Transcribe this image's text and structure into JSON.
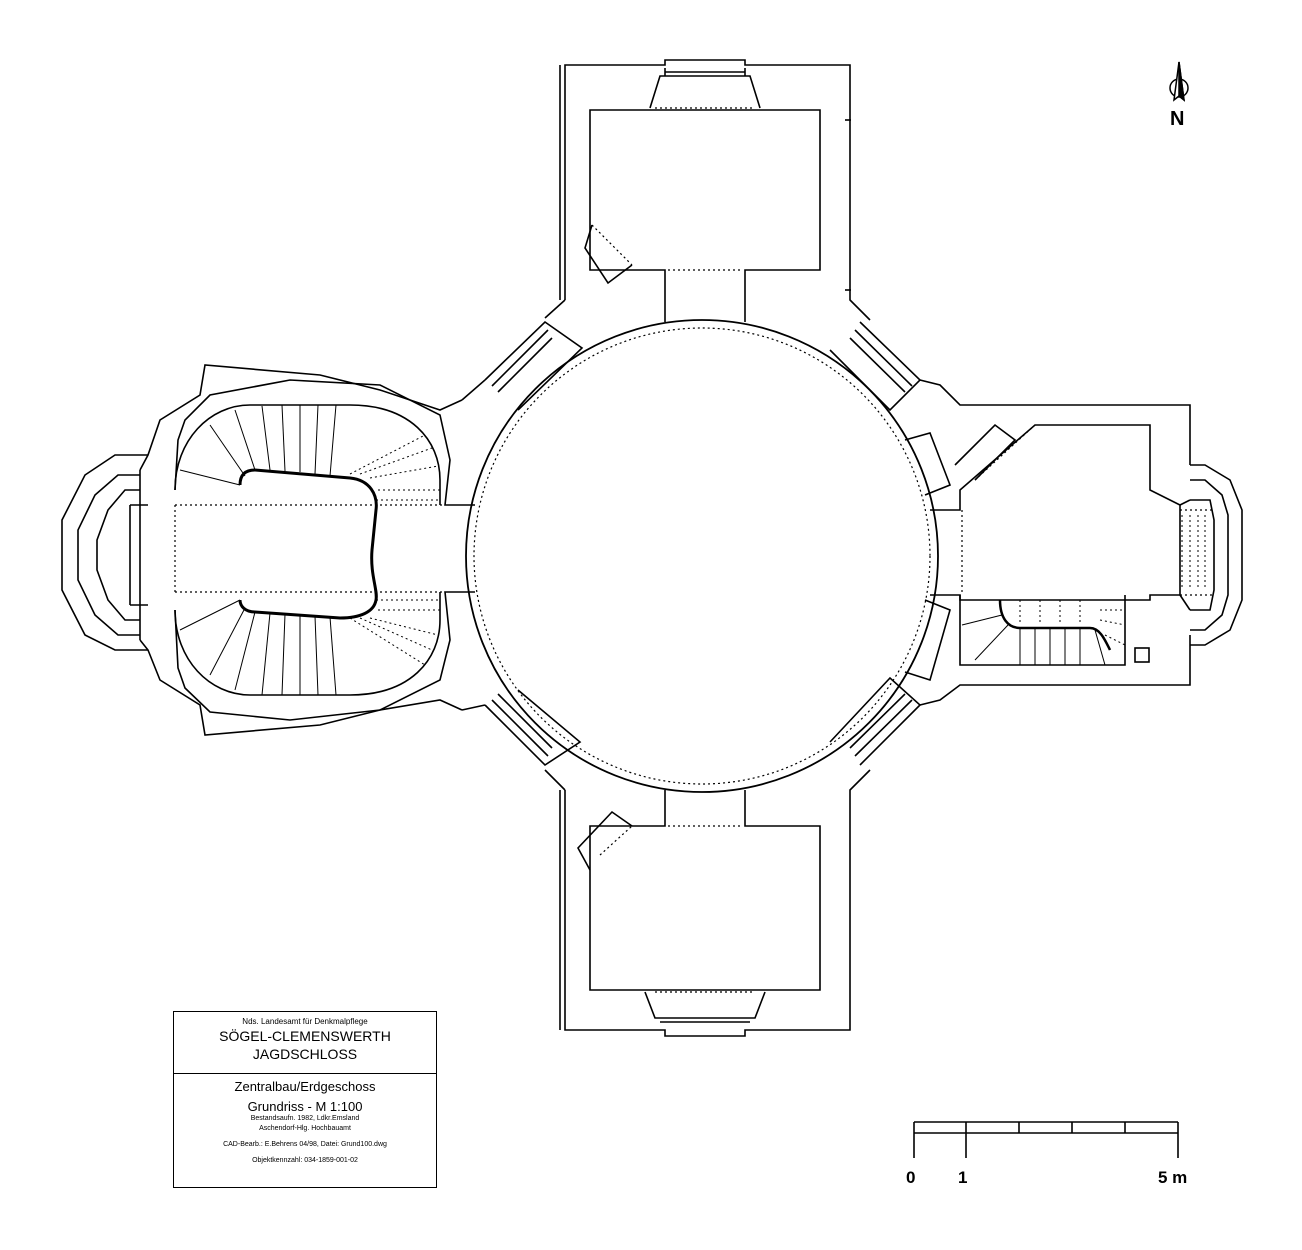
{
  "north": {
    "letter": "N",
    "icon": "north-arrow-icon"
  },
  "title_block": {
    "office": "Nds. Landesamt für Denkmalpflege",
    "place_line1": "SÖGEL-CLEMENSWERTH",
    "place_line2": "JAGDSCHLOSS",
    "drawing_line1": "Zentralbau/Erdgeschoss",
    "drawing_line2": "Grundriss - M 1:100",
    "survey_line1": "Bestandsaufn. 1982, Ldkr.Emsland",
    "survey_line2": "Aschendorf-Hlg. Hochbauamt",
    "cad": "CAD-Bearb.: E.Behrens 04/98, Datei: Grund100.dwg",
    "object_number": "Objektkennzahl: 034-1859-001-02"
  },
  "scale_bar": {
    "label_zero": "0",
    "label_one": "1",
    "label_five": "5 m",
    "max_value_m": 5,
    "divisions": 5
  }
}
